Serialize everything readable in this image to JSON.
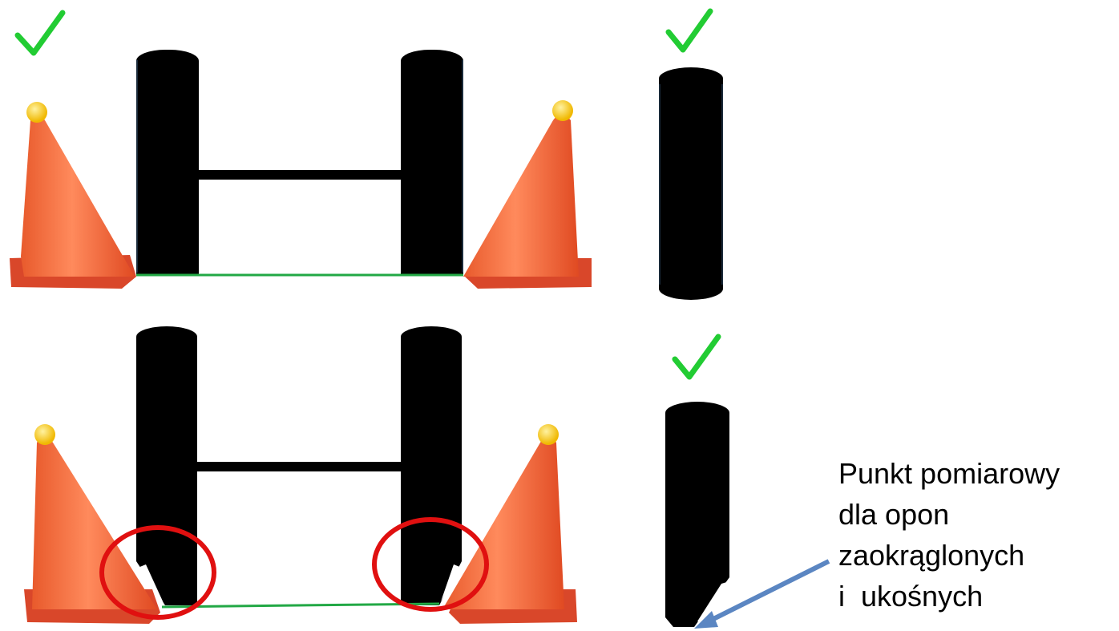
{
  "colors": {
    "tire": "#000000",
    "axle": "#000000",
    "cone_body": "#f26b3a",
    "cone_shadow": "#d9472a",
    "cone_highlight": "#ff9a70",
    "cone_ball": "#f5c518",
    "measure_line": "#22a845",
    "check": "#22cc33",
    "circle": "#e01010",
    "arrow": "#5b86c2",
    "text": "#000000"
  },
  "icons": {
    "check": "check-icon",
    "circle": "highlight-circle",
    "arrow": "arrow-icon"
  },
  "caption": {
    "line1": "Punkt pomiarowy",
    "line2": "dla opon",
    "line3": "zaokrąglonych",
    "line4": "i  ukośnych"
  }
}
